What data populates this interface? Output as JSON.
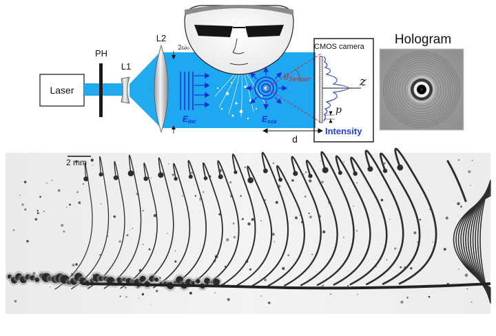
{
  "setup": {
    "laser_label": "Laser",
    "pinhole_label": "PH",
    "lens1_label": "L1",
    "lens2_label": "L2",
    "beam_waist_label": "2ω₀",
    "incident_field_label": "E",
    "incident_field_sub": "inc",
    "scattered_field_label": "E",
    "scattered_field_sub": "sca",
    "camera_label": "CMOS camera",
    "sensor_angle_label": "θ",
    "sensor_angle_sub": "Sensor",
    "axis_label": "z",
    "pixel_pitch_label": "p",
    "intensity_label": "Intensity",
    "distance_label": "d"
  },
  "hologram": {
    "title": "Hologram"
  },
  "micrograph": {
    "scale_bar_label": "2 mm"
  },
  "colors": {
    "beam": "#22aaf0",
    "beam_light": "#8fd3f7",
    "field_lines": "#1a2fd6",
    "annotation_red": "#d02020",
    "intensity_text": "#1f3fdc"
  }
}
